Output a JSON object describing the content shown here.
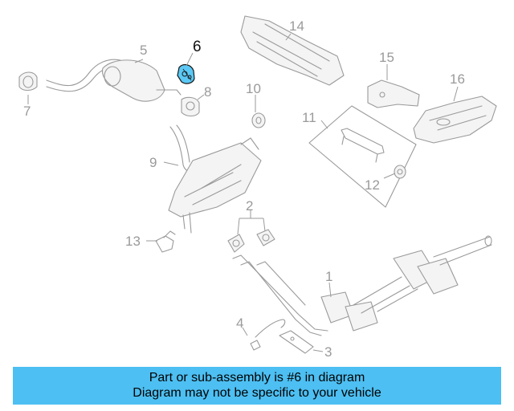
{
  "callouts": {
    "n1": "1",
    "n2": "2",
    "n3": "3",
    "n4": "4",
    "n5": "5",
    "n6": "6",
    "n7": "7",
    "n8": "8",
    "n9": "9",
    "n10": "10",
    "n11": "11",
    "n12": "12",
    "n13": "13",
    "n14": "14",
    "n15": "15",
    "n16": "16"
  },
  "highlighted_part": "6",
  "colors": {
    "highlight": "#5bc8f5",
    "banner": "#4dbff2",
    "line": "#9a9a9a"
  },
  "banner": {
    "line1": "Part or sub-assembly is #6 in diagram",
    "line2": "Diagram may not be specific to your vehicle"
  }
}
